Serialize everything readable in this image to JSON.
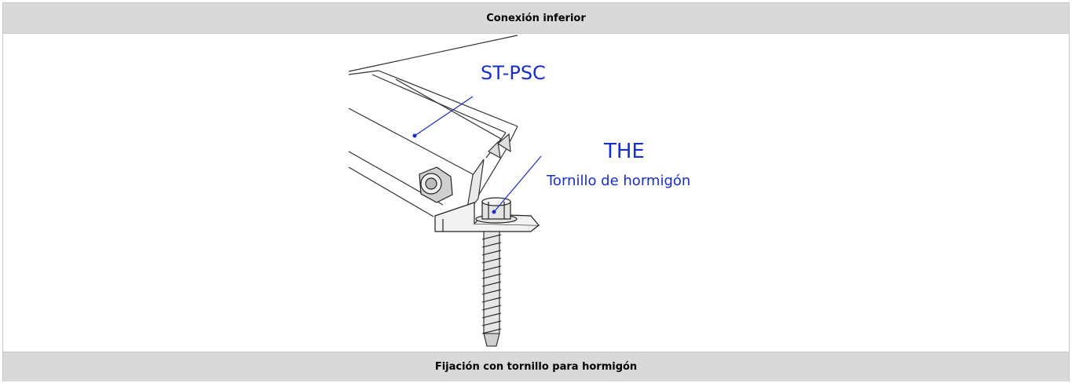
{
  "header": {
    "title": "Conexión inferior"
  },
  "figure": {
    "labels": {
      "profile": "ST-PSC",
      "screw_code": "THE",
      "screw_name": "Tornillo de hormigón"
    },
    "colors": {
      "label_blue": "#1a2ec8",
      "header_bg": "#d9d9d9"
    }
  },
  "footer": {
    "caption": "Fijación con tornillo para hormigón"
  }
}
